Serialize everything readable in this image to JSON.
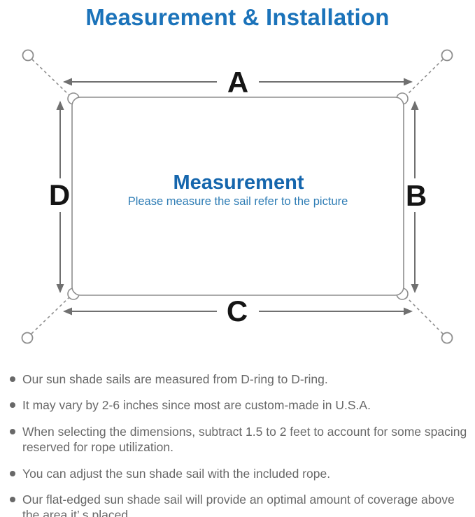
{
  "page": {
    "title": "Measurement & Installation"
  },
  "diagram": {
    "center_title": "Measurement",
    "center_subtitle": "Please measure the sail refer to the picture",
    "labels": {
      "top": "A",
      "right": "B",
      "bottom": "C",
      "left": "D"
    }
  },
  "notes": {
    "items": [
      "Our sun shade sails are measured from D-ring to D-ring.",
      "It may vary by 2-6 inches since most are custom-made in U.S.A.",
      "When selecting the dimensions, subtract 1.5 to 2 feet to account for some spacing reserved for rope utilization.",
      "You can adjust the sun shade sail with the included rope.",
      "Our flat-edged sun shade sail will provide an optimal amount of coverage above the area it’ s placed."
    ]
  },
  "colors": {
    "title_blue": "#1b73ba",
    "center_blue": "#1566ad",
    "subtitle_blue": "#2f7db5",
    "line_gray": "#8e8e8e",
    "arrow_gray": "#707070",
    "text_gray": "#686868",
    "label_black": "#151515"
  }
}
